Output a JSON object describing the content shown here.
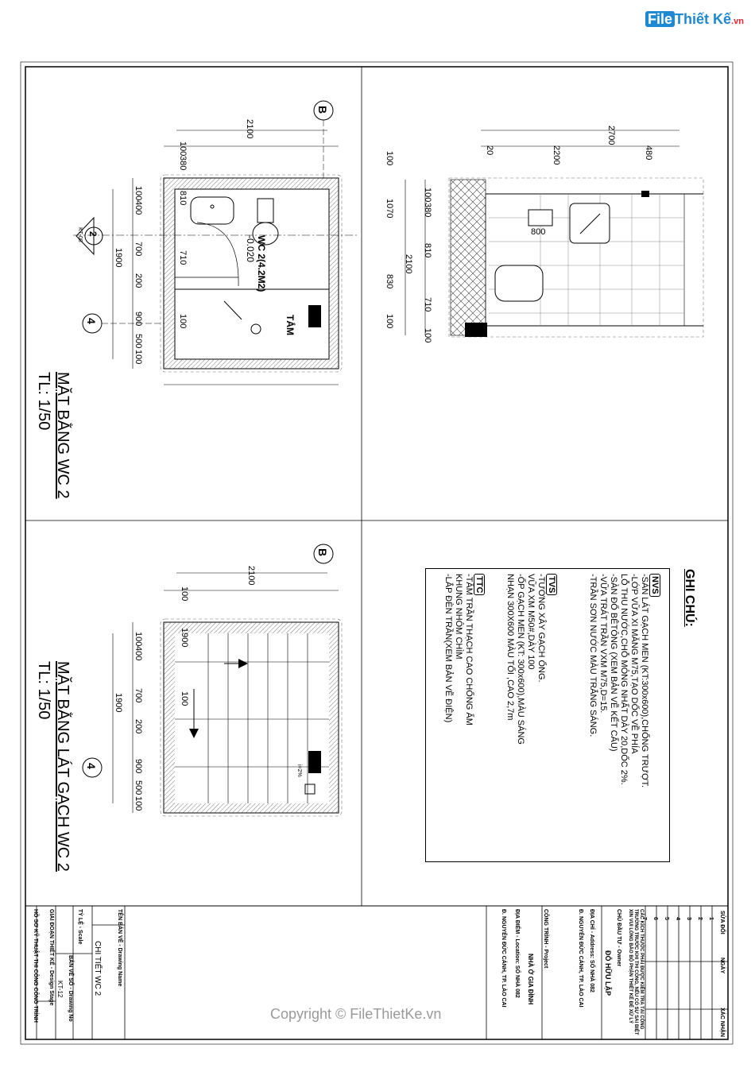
{
  "watermark_logo": {
    "prefix": "File",
    "suffix": "Thiết Kế",
    "domain": ".vn"
  },
  "copyright": "Copyright © FileThietKe.vn",
  "plan_wc": {
    "title": "MẶT BẰNG WC 2",
    "scale": "TL: 1/50",
    "top_dims": [
      "100",
      "380",
      "810",
      "710",
      "100"
    ],
    "top_total": "2100",
    "bottom_dims": [
      "100",
      "1070",
      "830",
      "100"
    ],
    "left_dims": [
      "100",
      "400",
      "700",
      "200",
      "900",
      "500",
      "100"
    ],
    "left_total": "1900",
    "label_wc": "WC 2(4.2M2)",
    "label_level": "-0.020",
    "label_shower": "TẮM",
    "axis_b": "B",
    "axis_4": "4",
    "section_num": "2",
    "section_ref": "KT-08"
  },
  "elevation": {
    "top_total": "2700",
    "top_dims": [
      "20",
      "2200",
      "480"
    ],
    "left_dims": [
      "100",
      "380",
      "810",
      "710",
      "100"
    ],
    "left_total": "2100",
    "label_800": "800"
  },
  "tile_plan": {
    "title": "MẶT BẰNG LÁT GẠCH WC 2",
    "scale": "TL: 1/50",
    "top_total": "2100",
    "top_dims": [
      "100",
      "1900",
      "100"
    ],
    "left_dims": [
      "100",
      "400",
      "700",
      "200",
      "900",
      "500",
      "100"
    ],
    "left_total": "1900",
    "axis_b": "B",
    "axis_4": "4",
    "slope": "i=2%"
  },
  "notes": {
    "title": "GHI CHÚ:",
    "groups": [
      {
        "tag": "NVS",
        "lines": [
          "-SÀN LÁT GẠCH MEN (KT:300x600),CHỐNG TRƯỢT.",
          "-LỚP VỮA  XI MĂNG M75,TẠO DỐC VỀ PHÍA",
          " LỖ THU NƯỚC,CHỖ MỎNG NHẤT DÀY 20,DỐC 2%.",
          "-SÀN ĐỔ BÊTÔNG (XEM BẢN VẼ KẾT CẤU)",
          "-VỮA TRÁT TRẦN VXM M75,D=15.",
          "-TRẦN SƠN NƯỚC MÀU TRẮNG SÁNG."
        ]
      },
      {
        "tag": "TVS",
        "lines": [
          "-TƯỜNG XÂY GẠCH ỐNG.",
          " VỮA XM M50#,DÀY 100",
          "-ỐP GẠCH MEN (KT: 300x600),MÀU SÁNG",
          " NHẠN 300X600 MÀU TỐI ,CAO 2,7m"
        ]
      },
      {
        "tag": "TTC",
        "lines": [
          "-TẤM TRẦN THẠCH CAO CHỐNG ẨM",
          " KHUNG NHÔM CHÌM",
          "-LẮP ĐÈN TRẦN(XEM BẢN VẼ ĐIỆN)"
        ]
      }
    ]
  },
  "title_block": {
    "header_sua_doi": "SỬA ĐỔI",
    "header_ngay": "NGÀY",
    "header_xac_nhan": "XÁC NHẬN",
    "rev_numbers": [
      "1",
      "2",
      "3",
      "4",
      "5",
      "6",
      "7"
    ],
    "disclaimer": [
      "CÁC KÍCH THƯỚC PHẢI ĐƯỢC KIỂM TRA TẠI CÔNG",
      "TRƯỜNG TRƯỚC KHI THI CÔNG, NẾU CÓ SỰ SAI BIỆT",
      "XIN VUI LÒNG BÁO BỘ PHẬN THIẾT KẾ ĐỂ XỬ LÝ"
    ],
    "owner_label": "CHỦ ĐẦU TƯ - Owner",
    "owner_name": "ĐỖ HỮU LẬP",
    "owner_addr_label": "ĐỊA CHỈ - Address:  SỐ NHÀ 082",
    "owner_addr": "Đ. NGUYỄN ĐỨC CẢNH, TP. LÀO CAI",
    "project_label": "CÔNG TRÌNH - Project",
    "project_name": "NHÀ Ở GIA ĐÌNH",
    "location_label": "ĐỊA ĐIỂM - Location:  SỐ NHÀ 082",
    "location_addr": "Đ. NGUYỄN ĐỨC CẢNH, TP. LÀO CAI",
    "drawing_name_label": "TÊN BẢN VẼ - Drawing Name",
    "drawing_name": "CHI TIẾT WC 2",
    "scale_label": "TỶ LỆ - Scale",
    "drawing_no_label": "BẢN VẼ SỐ - Drawing No",
    "drawing_no": "KT-12",
    "stage_label": "GIAI ĐOẠN THIẾT KẾ - Design Stage",
    "stage": "HỒ SƠ KỸ THUẬT THI CÔNG CÔNG TRÌNH"
  }
}
